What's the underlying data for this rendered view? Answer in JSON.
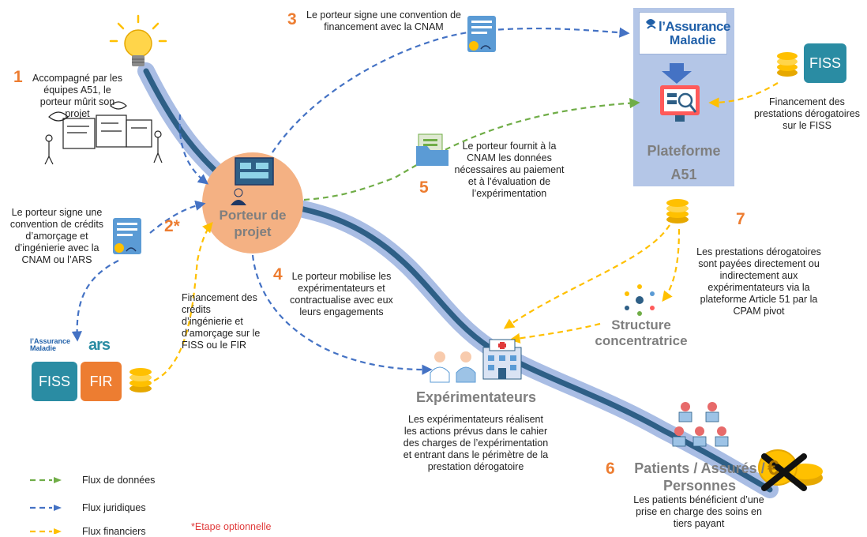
{
  "colors": {
    "road_outer": "#a9bde4",
    "road_inner": "#2e5f86",
    "donnees": "#70ad47",
    "juridiques": "#4472c4",
    "financiers": "#ffc000",
    "accent_orange": "#ed7d31",
    "porteur_circle": "#f4b183",
    "plateforme_bg": "#b4c6e7",
    "fiss_teal": "#2a8ca3",
    "fir_orange": "#ed7d31"
  },
  "steps": {
    "s1": {
      "num": "1",
      "text": "Accompagné par les équipes A51, le porteur mûrit son projet"
    },
    "s2": {
      "num": "2*",
      "text": "Le porteur signe une convention de crédits d’amorçage et d’ingénierie avec la CNAM ou l’ARS"
    },
    "s2_fin": {
      "text": "Financement des crédits d’ingénierie et d’amorçage sur le FISS ou le FIR"
    },
    "s3": {
      "num": "3",
      "text": "Le porteur signe une convention de financement avec la CNAM"
    },
    "s4": {
      "num": "4",
      "text": "Le porteur mobilise les expérimentateurs et contractualise avec eux leurs engagements"
    },
    "s5": {
      "num": "5",
      "text": "Le porteur fournit à la CNAM les données nécessaires au paiement et à l’évaluation de l’expérimentation"
    },
    "s6": {
      "num": "6"
    },
    "s7": {
      "num": "7",
      "text": "Les prestations dérogatoires sont payées directement ou indirectement aux expérimentateurs via la plateforme Article 51 par la CPAM pivot"
    }
  },
  "nodes": {
    "porteur": "Porteur de projet",
    "plateforme": "Plateforme A51",
    "structure": "Structure concentratrice",
    "experimentateurs": "Expérimentateurs",
    "experimentateurs_desc": "Les expérimentateurs réalisent les actions  prévus dans le cahier des charges de l’expérimentation et entrant dans le périmètre de la prestation dérogatoire",
    "patients": "Patients / Assurés / Personnes",
    "patients_desc": "Les patients bénéficient d’une prise en charge des soins en tiers payant",
    "fiss_financement": "Financement des prestations dérogatoires sur le FISS"
  },
  "logos": {
    "assurance_maladie_line1": "l’Assurance",
    "assurance_maladie_line2": "Maladie",
    "ars": "ars",
    "fiss": "FISS",
    "fir": "FIR",
    "euro": "€"
  },
  "legend": [
    {
      "label": "Flux de données",
      "color": "#70ad47"
    },
    {
      "label": "Flux juridiques",
      "color": "#4472c4"
    },
    {
      "label": "Flux financiers",
      "color": "#ffc000"
    }
  ],
  "footnote": "*Etape optionnelle",
  "icons": [
    "lightbulb-icon",
    "brainstorm-sketch-icon",
    "contract-icon",
    "presenter-icon",
    "monitor-search-icon",
    "folder-data-icon",
    "coin-stack-icon",
    "network-icon",
    "doctor-nurse-icon",
    "hospital-icon",
    "patients-group-icon",
    "crossed-euro-icon",
    "down-arrow-icon"
  ]
}
